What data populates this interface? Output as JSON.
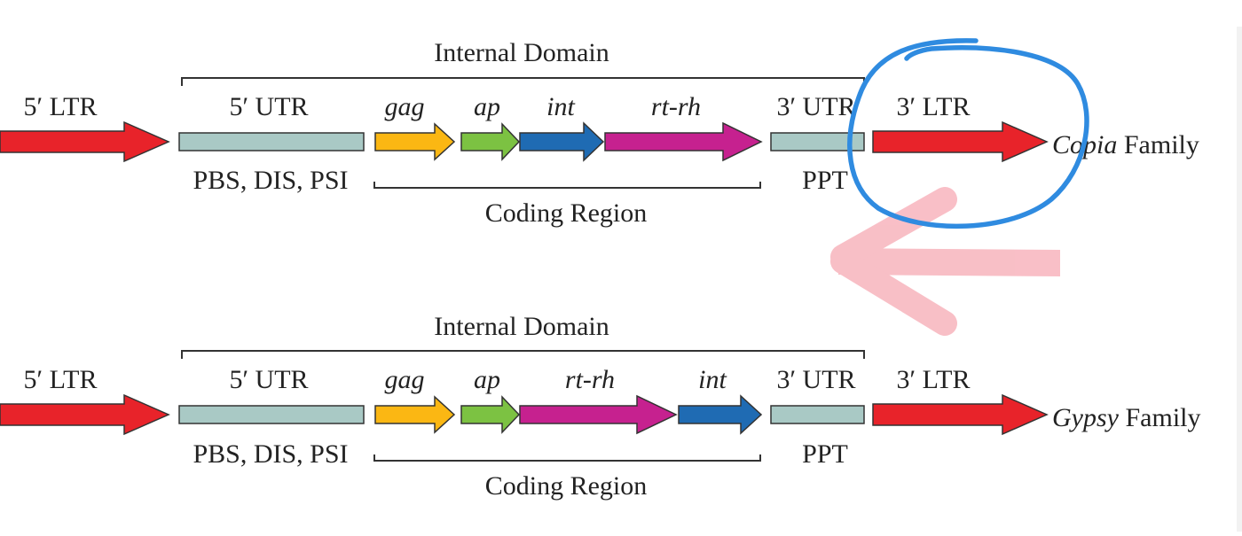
{
  "panels": [
    {
      "id": "copia",
      "internal_domain": "Internal Domain",
      "coding_region": "Coding Region",
      "ltr5_label": "5′ LTR",
      "utr5_label": "5′ UTR",
      "utr5_sub": "PBS, DIS, PSI",
      "genes": [
        "gag",
        "ap",
        "int",
        "rt-rh"
      ],
      "utr3_label": "3′ UTR",
      "utr3_sub": "PPT",
      "ltr3_label": "3′ LTR",
      "family_italic": "Copia",
      "family_word": " Family"
    },
    {
      "id": "gypsy",
      "internal_domain": "Internal Domain",
      "coding_region": "Coding Region",
      "ltr5_label": "5′ LTR",
      "utr5_label": "5′ UTR",
      "utr5_sub": "PBS, DIS, PSI",
      "genes": [
        "gag",
        "ap",
        "rt-rh",
        "int"
      ],
      "utr3_label": "3′ UTR",
      "utr3_sub": "PPT",
      "ltr3_label": "3′ LTR",
      "family_italic": "Gypsy",
      "family_word": " Family"
    }
  ],
  "colors": {
    "ltr": "#e8232a",
    "utr": "#a9c9c5",
    "gag": "#fbb713",
    "ap": "#7cc242",
    "int": "#1f6bb3",
    "rt-rh": "#c6218f",
    "annotation_circle": "#2f8be0",
    "annotation_arrow": "#f48b99"
  }
}
